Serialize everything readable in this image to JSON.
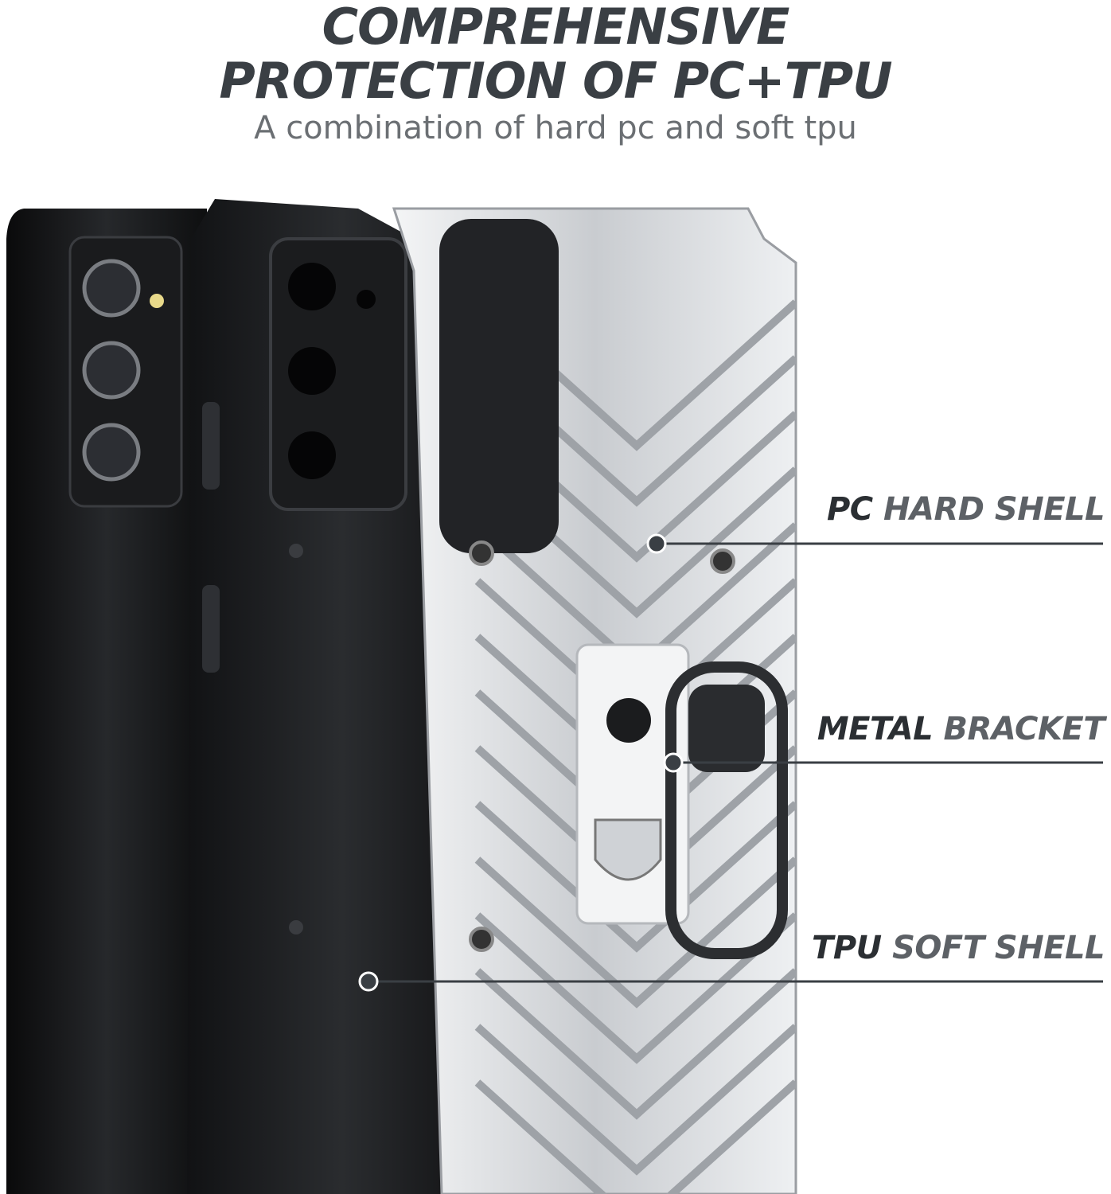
{
  "header": {
    "title_line1": "COMPREHENSIVE",
    "title_line2": "PROTECTION OF PC+TPU",
    "subtitle": "A combination of hard pc and soft tpu"
  },
  "callouts": [
    {
      "strong": "PC",
      "rest": "HARD SHELL"
    },
    {
      "strong": "METAL",
      "rest": "BRACKET"
    },
    {
      "strong": "TPU",
      "rest": "SOFT SHELL"
    }
  ],
  "colors": {
    "title": "#3a3f44",
    "subtitle": "#6b6f73",
    "leader": "#3a3f44",
    "shell": "#d9dbde",
    "tpu": "#1d1f22"
  }
}
